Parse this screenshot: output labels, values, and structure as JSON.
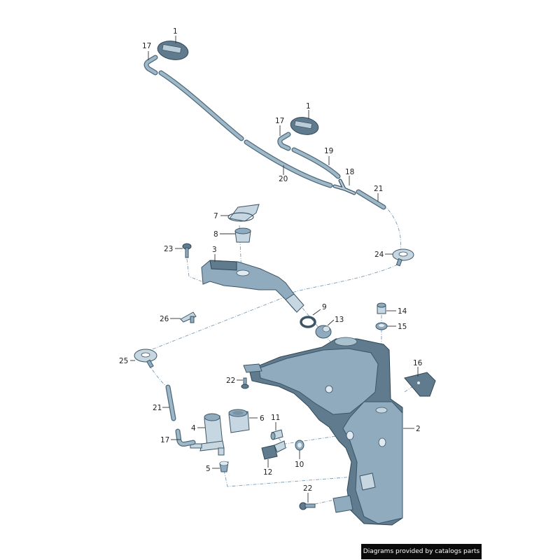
{
  "diagram": {
    "type": "exploded parts diagram",
    "subject": "windscreen washer system",
    "callouts": [
      {
        "id": "c1a",
        "number": "1",
        "part": "washer jet (left)"
      },
      {
        "id": "c17a",
        "number": "17",
        "part": "elbow connector (left jet)"
      },
      {
        "id": "c1b",
        "number": "1",
        "part": "washer jet (right)"
      },
      {
        "id": "c17b",
        "number": "17",
        "part": "elbow connector (right jet)"
      },
      {
        "id": "c19",
        "number": "19",
        "part": "hose"
      },
      {
        "id": "c20",
        "number": "20",
        "part": "hose"
      },
      {
        "id": "c18",
        "number": "18",
        "part": "Y-piece"
      },
      {
        "id": "c21a",
        "number": "21",
        "part": "hose"
      },
      {
        "id": "c7",
        "number": "7",
        "part": "cap / seal"
      },
      {
        "id": "c8",
        "number": "8",
        "part": "filler neck insert"
      },
      {
        "id": "c23",
        "number": "23",
        "part": "bolt"
      },
      {
        "id": "c3",
        "number": "3",
        "part": "filler neck"
      },
      {
        "id": "c24",
        "number": "24",
        "part": "grommet"
      },
      {
        "id": "c26",
        "number": "26",
        "part": "clip"
      },
      {
        "id": "c9",
        "number": "9",
        "part": "seal ring"
      },
      {
        "id": "c13",
        "number": "13",
        "part": "grommet"
      },
      {
        "id": "c14",
        "number": "14",
        "part": "expanding nut"
      },
      {
        "id": "c15",
        "number": "15",
        "part": "grommet"
      },
      {
        "id": "c25",
        "number": "25",
        "part": "grommet"
      },
      {
        "id": "c16",
        "number": "16",
        "part": "bracket"
      },
      {
        "id": "c22a",
        "number": "22",
        "part": "bolt"
      },
      {
        "id": "c21b",
        "number": "21",
        "part": "hose"
      },
      {
        "id": "c4",
        "number": "4",
        "part": "washer pump"
      },
      {
        "id": "c6",
        "number": "6",
        "part": "sleeve"
      },
      {
        "id": "c11",
        "number": "11",
        "part": "seal"
      },
      {
        "id": "c2",
        "number": "2",
        "part": "washer fluid reservoir"
      },
      {
        "id": "c17c",
        "number": "17",
        "part": "elbow connector (pump)"
      },
      {
        "id": "c12",
        "number": "12",
        "part": "level sender"
      },
      {
        "id": "c10",
        "number": "10",
        "part": "grommet"
      },
      {
        "id": "c5",
        "number": "5",
        "part": "grommet"
      },
      {
        "id": "c22b",
        "number": "22",
        "part": "bolt"
      }
    ]
  },
  "footer": {
    "credit": "Diagrams provided by catalogs parts"
  },
  "colors": {
    "part_fill": "#8fabbd",
    "part_outline": "#3b5566",
    "dash_line": "#7a9cb4",
    "credit_bg": "#0b0b0b"
  }
}
